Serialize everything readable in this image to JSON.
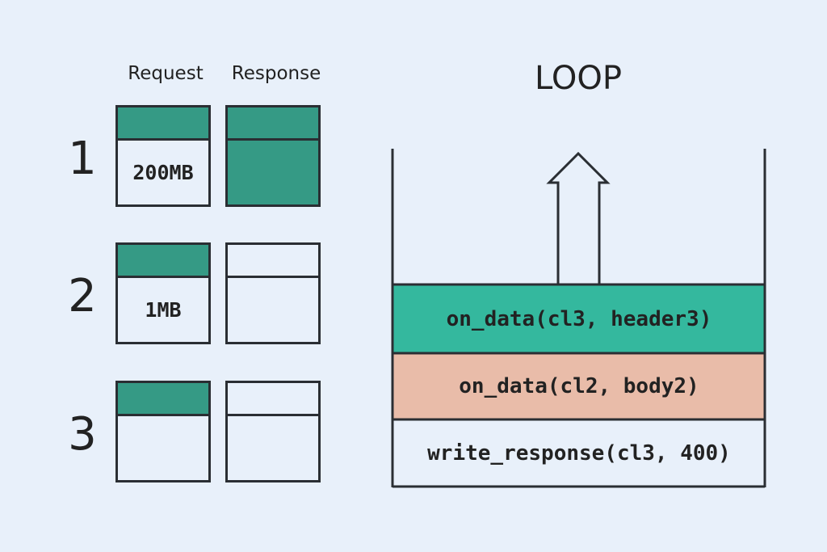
{
  "columns": {
    "request": "Request",
    "response": "Response"
  },
  "rows": [
    {
      "number": "1",
      "request_text": "200MB",
      "request_header_filled": true,
      "response_header_filled": true,
      "response_body_filled": true
    },
    {
      "number": "2",
      "request_text": "1MB",
      "request_header_filled": true,
      "response_header_filled": false,
      "response_body_filled": false
    },
    {
      "number": "3",
      "request_text": "",
      "request_header_filled": true,
      "response_header_filled": false,
      "response_body_filled": false
    }
  ],
  "loop": {
    "title": "LOOP",
    "stack": [
      {
        "label": "on_data(cl3, header3)",
        "color": "#34b89e"
      },
      {
        "label": "on_data(cl2, body2)",
        "color": "#e9bca9"
      },
      {
        "label": "write_response(cl3, 400)",
        "color": "#e8f0fa"
      }
    ]
  },
  "colors": {
    "fill": "#359a85",
    "stroke": "#2a2e33",
    "background": "#e8f0fa"
  }
}
